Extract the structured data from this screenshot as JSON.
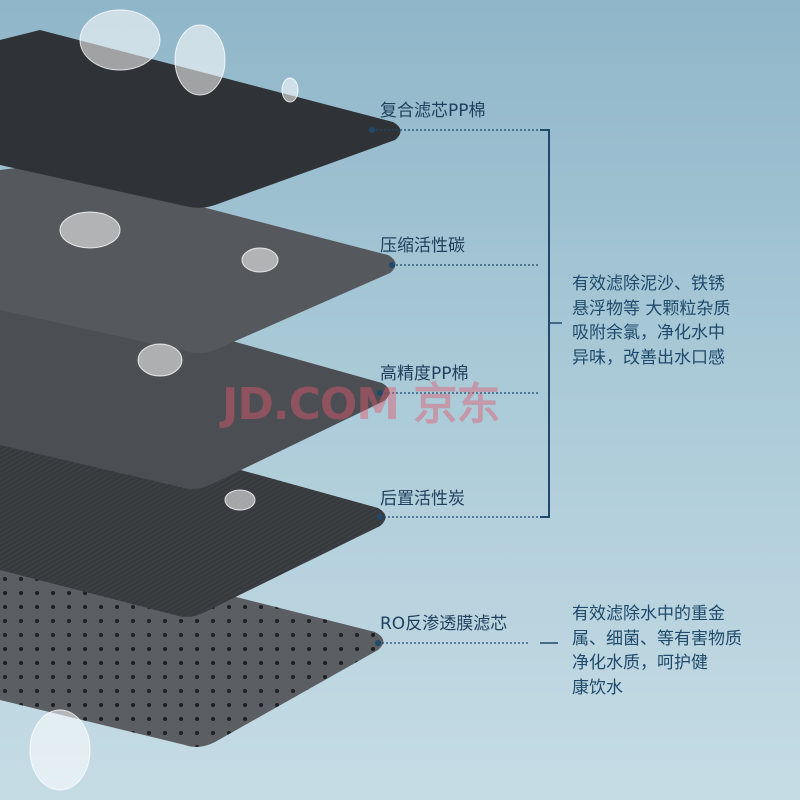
{
  "layers": [
    {
      "label": "复合滤芯PP棉"
    },
    {
      "label": "压缩活性碳"
    },
    {
      "label": "高精度PP棉"
    },
    {
      "label": "后置活性炭"
    },
    {
      "label": "RO反渗透膜滤芯"
    }
  ],
  "group1_desc": [
    "有效滤除泥沙、铁锈",
    "悬浮物等 大颗粒杂质",
    "吸附余氯，净化水中",
    "异味，改善出水口感"
  ],
  "group2_desc": [
    "有效滤除水中的重金",
    "属、细菌、等有害物质",
    "净化水质，呵护健",
    "康饮水"
  ],
  "watermark": "JD.COM 京东",
  "colors": {
    "accent": "#1f4a6b",
    "plate": "#3a3d41"
  }
}
